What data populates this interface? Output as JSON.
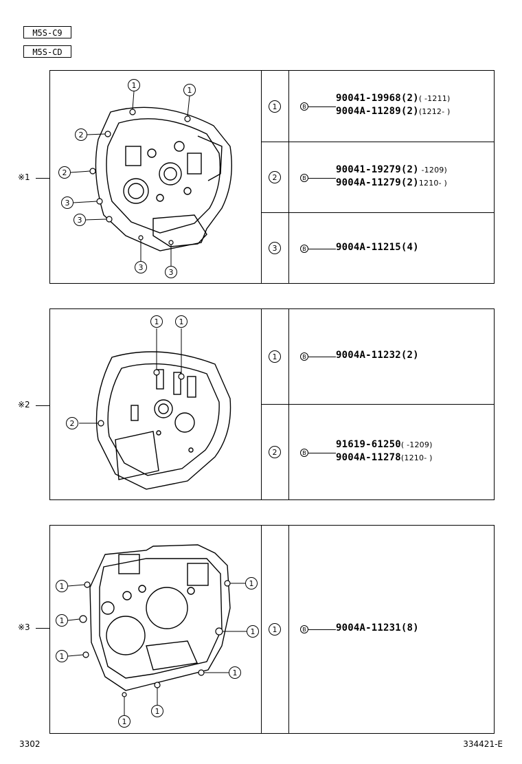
{
  "tags": [
    "M5S-C9",
    "M5S-CD"
  ],
  "panels": [
    {
      "ref": "※1",
      "rows": [
        {
          "index": "1",
          "b": "B",
          "lines": [
            {
              "pn": "90041-19968(2)",
              "range": "(      -1211)"
            },
            {
              "pn": "9004A-11289(2)",
              "range": "(1212-      )"
            }
          ]
        },
        {
          "index": "2",
          "b": "B",
          "lines": [
            {
              "pn": "90041-19279(2)",
              "range": "      -1209)"
            },
            {
              "pn": "9004A-11279(2)",
              "range": "1210-      )"
            }
          ]
        },
        {
          "index": "3",
          "b": "B",
          "lines": [
            {
              "pn": "9004A-11215(4)",
              "range": ""
            }
          ]
        }
      ],
      "callouts": [
        "1",
        "1",
        "2",
        "2",
        "3",
        "3",
        "3",
        "3"
      ]
    },
    {
      "ref": "※2",
      "rows": [
        {
          "index": "1",
          "b": "B",
          "lines": [
            {
              "pn": "9004A-11232(2)",
              "range": ""
            }
          ]
        },
        {
          "index": "2",
          "b": "B",
          "lines": [
            {
              "pn": "91619-61250",
              "range": "(      -1209)"
            },
            {
              "pn": "9004A-11278",
              "range": "(1210-      )"
            }
          ]
        }
      ],
      "callouts": [
        "1",
        "1",
        "2"
      ]
    },
    {
      "ref": "※3",
      "rows": [
        {
          "index": "1",
          "b": "B",
          "lines": [
            {
              "pn": "9004A-11231(8)",
              "range": ""
            }
          ]
        }
      ],
      "callouts": [
        "1",
        "1",
        "1",
        "1",
        "1",
        "1",
        "1",
        "1"
      ]
    }
  ],
  "footer": {
    "left": "3302",
    "right": "334421-E"
  }
}
